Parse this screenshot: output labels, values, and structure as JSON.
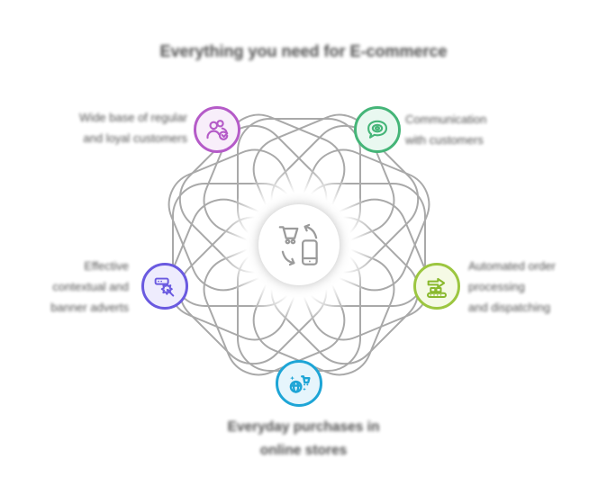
{
  "title": "Everything you need for E-commerce",
  "center_node": {
    "icon": "cart-phone-exchange-icon",
    "meaning": "mobile commerce exchange"
  },
  "nodes": [
    {
      "id": "customers",
      "position": "top-left",
      "icon": "people-check-icon",
      "accent": "#b55bc8",
      "fill": "#f8eefa",
      "lines": [
        "Wide base of regular",
        "and loyal customers"
      ]
    },
    {
      "id": "communication",
      "position": "top-right",
      "icon": "speech-bubble-icon",
      "accent": "#45b578",
      "fill": "#e9f8f0",
      "lines": [
        "Communication",
        "with customers"
      ]
    },
    {
      "id": "advertising",
      "position": "left",
      "icon": "click-ad-icon",
      "accent": "#6a5ae0",
      "fill": "#eeecfd",
      "lines": [
        "Effective",
        "contextual and",
        "banner adverts"
      ]
    },
    {
      "id": "logistics",
      "position": "right",
      "icon": "conveyor-arrow-icon",
      "accent": "#9cc640",
      "fill": "#f5fae5",
      "lines": [
        "Automated order",
        "processing",
        "and dispatching"
      ]
    },
    {
      "id": "global-shopping",
      "position": "bottom",
      "icon": "globe-cart-icon",
      "accent": "#1ea5d6",
      "fill": "#e6f5fc",
      "lines": [
        "Everyday purchases in",
        "online stores"
      ]
    }
  ],
  "colors": {
    "background": "#ffffff",
    "pattern_stroke": "#a9a9a9",
    "text": "#4c4c4c",
    "center_icon": "#9b9b9b"
  }
}
